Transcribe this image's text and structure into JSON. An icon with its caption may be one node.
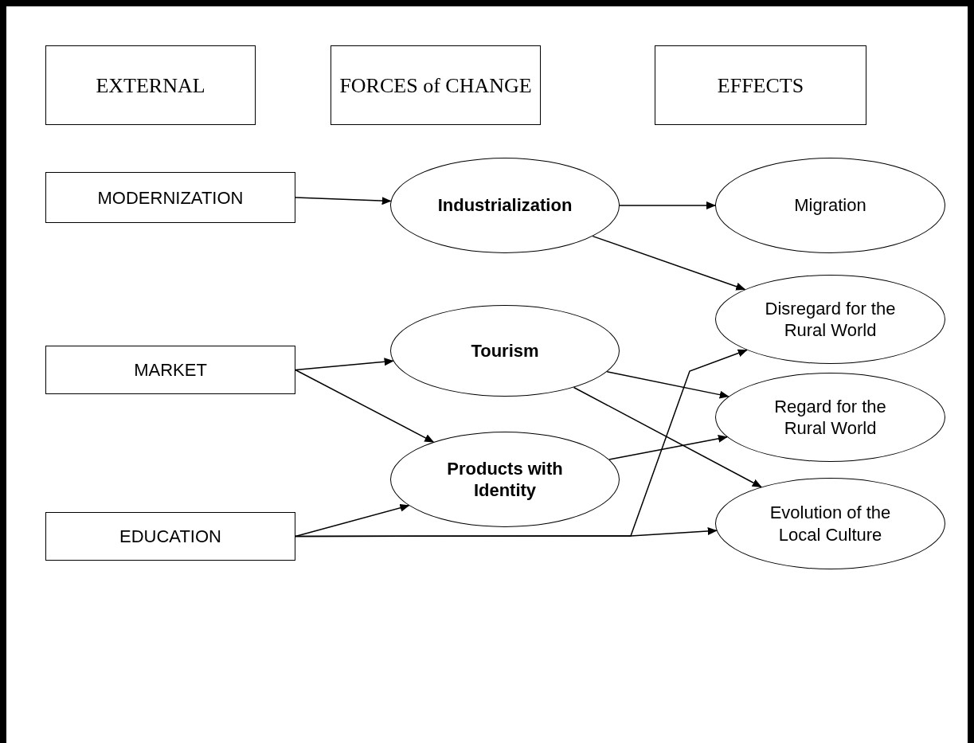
{
  "diagram": {
    "nodes": [
      {
        "text": [
          "EXTERNAL"
        ]
      },
      {
        "text": [
          "FORCES of CHANGE"
        ]
      },
      {
        "text": [
          "EFFECTS"
        ]
      },
      {
        "text": [
          "MODERNIZATION"
        ]
      },
      {
        "text": [
          "MARKET"
        ]
      },
      {
        "text": [
          "EDUCATION"
        ]
      },
      {
        "text": [
          "Industrialization"
        ]
      },
      {
        "text": [
          "Tourism"
        ]
      },
      {
        "text": [
          "Products with Identity"
        ]
      },
      {
        "text": [
          "Migration"
        ]
      },
      {
        "text": [
          "Disregard for the Rural World"
        ]
      },
      {
        "text": [
          "Regard for the Rural World"
        ]
      },
      {
        "text": [
          "Evolution of the Local Culture"
        ]
      }
    ],
    "edges": [
      {
        "from": 3,
        "to": 6,
        "arrow": "to"
      },
      {
        "from": 6,
        "to": 9,
        "arrow": "to"
      },
      {
        "from": 6,
        "to": 10,
        "arrow": "to"
      },
      {
        "from": 4,
        "to": 7,
        "arrow": "to"
      },
      {
        "from": 4,
        "to": 8,
        "arrow": "to"
      },
      {
        "from": 7,
        "to": 11,
        "arrow": "to"
      },
      {
        "from": 7,
        "to": 12,
        "arrow": "to"
      },
      {
        "from": 8,
        "to": 11,
        "arrow": "to"
      },
      {
        "from": 5,
        "to": 8,
        "arrow": "to"
      },
      {
        "from": 5,
        "to": 10,
        "arrow": "to"
      },
      {
        "from": 5,
        "to": 12,
        "arrow": "to"
      }
    ]
  }
}
